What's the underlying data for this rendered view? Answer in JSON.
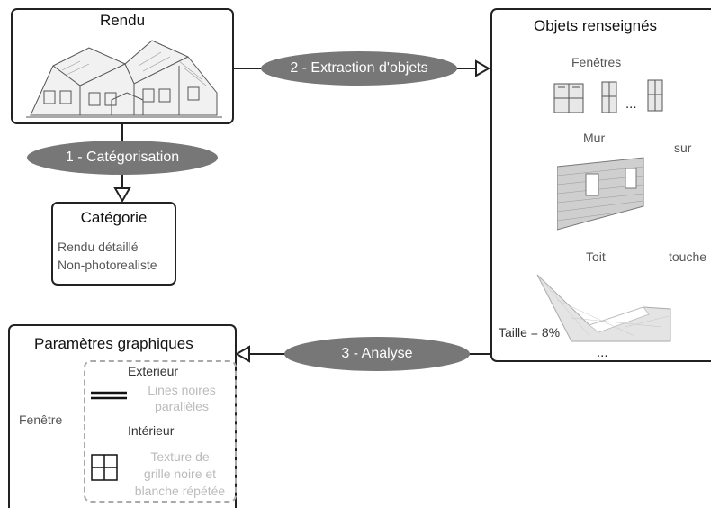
{
  "rendu": {
    "title": "Rendu"
  },
  "categorie": {
    "title": "Catégorie",
    "lines": [
      "Rendu détaillé",
      "Non-photorealiste"
    ]
  },
  "steps": {
    "s1": "1  - Catégorisation",
    "s2": "2  - Extraction d'objets",
    "s3": "3 - Analyse"
  },
  "objets": {
    "title": "Objets renseignés",
    "fenetres": "Fenêtres",
    "ellipsis1": "...",
    "mur": "Mur",
    "sur": "sur",
    "toit": "Toit",
    "touche": "touche",
    "taille": "Taille = 8%",
    "ellipsis2": "..."
  },
  "params": {
    "title": "Paramètres graphiques",
    "fenetre": "Fenêtre",
    "exterieur": "Exterieur",
    "lines_noires": [
      "Lines noires",
      "parallèles"
    ],
    "interieur": "Intérieur",
    "texture": [
      "Texture de",
      "grille noire et",
      "blanche répétée"
    ]
  }
}
